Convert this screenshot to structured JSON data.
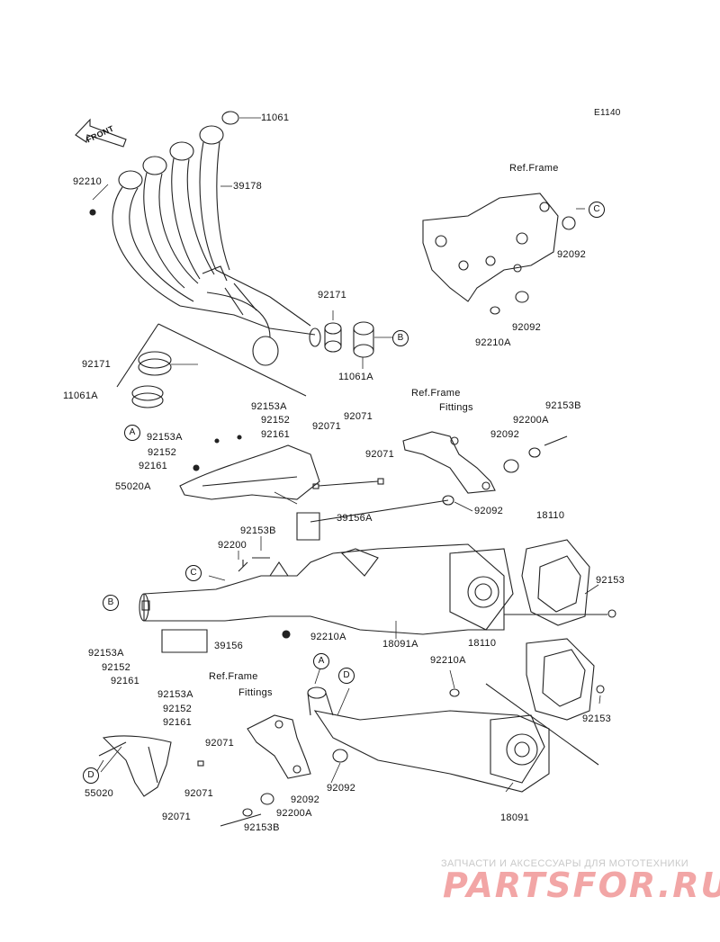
{
  "diagram_code": "E1140",
  "front_label": "FRONT",
  "ref_labels": {
    "frame": "Ref.Frame",
    "frame2": "Ref.Frame",
    "frame3": "Ref.Frame",
    "fittings": "Fittings",
    "fittings2": "Fittings"
  },
  "callouts": {
    "a": "A",
    "b": "B",
    "c": "C",
    "d": "D"
  },
  "parts": {
    "p11061": "11061",
    "p39178": "39178",
    "p92210": "92210",
    "p92092a": "92092",
    "p92092b": "92092",
    "p92210A": "92210A",
    "p92171a": "92171",
    "p11061Aa": "11061A",
    "p92171b": "92171",
    "p11061Ab": "11061A",
    "p92153B_top": "92153B",
    "p92200A_top": "92200A",
    "p92092c": "92092",
    "p92153A1": "92153A",
    "p92152_1": "92152",
    "p92161_1": "92161",
    "p92071a": "92071",
    "p92071b": "92071",
    "p92071c": "92071",
    "p92153A2": "92153A",
    "p92152_2": "92152",
    "p92161_2": "92161",
    "p55020A": "55020A",
    "p92092d": "92092",
    "p39156A": "39156A",
    "p18110a": "18110",
    "p92153B_mid": "92153B",
    "p92200": "92200",
    "p92153a": "92153",
    "p39156": "39156",
    "p92210A_mid": "92210A",
    "p18091A": "18091A",
    "p18110b": "18110",
    "p92153A3": "92153A",
    "p92152_3": "92152",
    "p92161_3": "92161",
    "p92153A4": "92153A",
    "p92152_4": "92152",
    "p92161_4": "92161",
    "p92210A_low": "92210A",
    "p92153b": "92153",
    "p92071d": "92071",
    "p55020": "55020",
    "p92071e": "92071",
    "p92071f": "92071",
    "p92092e": "92092",
    "p92092f": "92092",
    "p92200A_low": "92200A",
    "p92153B_low": "92153B",
    "p18091": "18091"
  },
  "watermark": {
    "line1": "ЗАПЧАСТИ И АКСЕССУАРЫ ДЛЯ МОТОТЕХНИКИ",
    "line2": "PARTSFOR.RU"
  }
}
